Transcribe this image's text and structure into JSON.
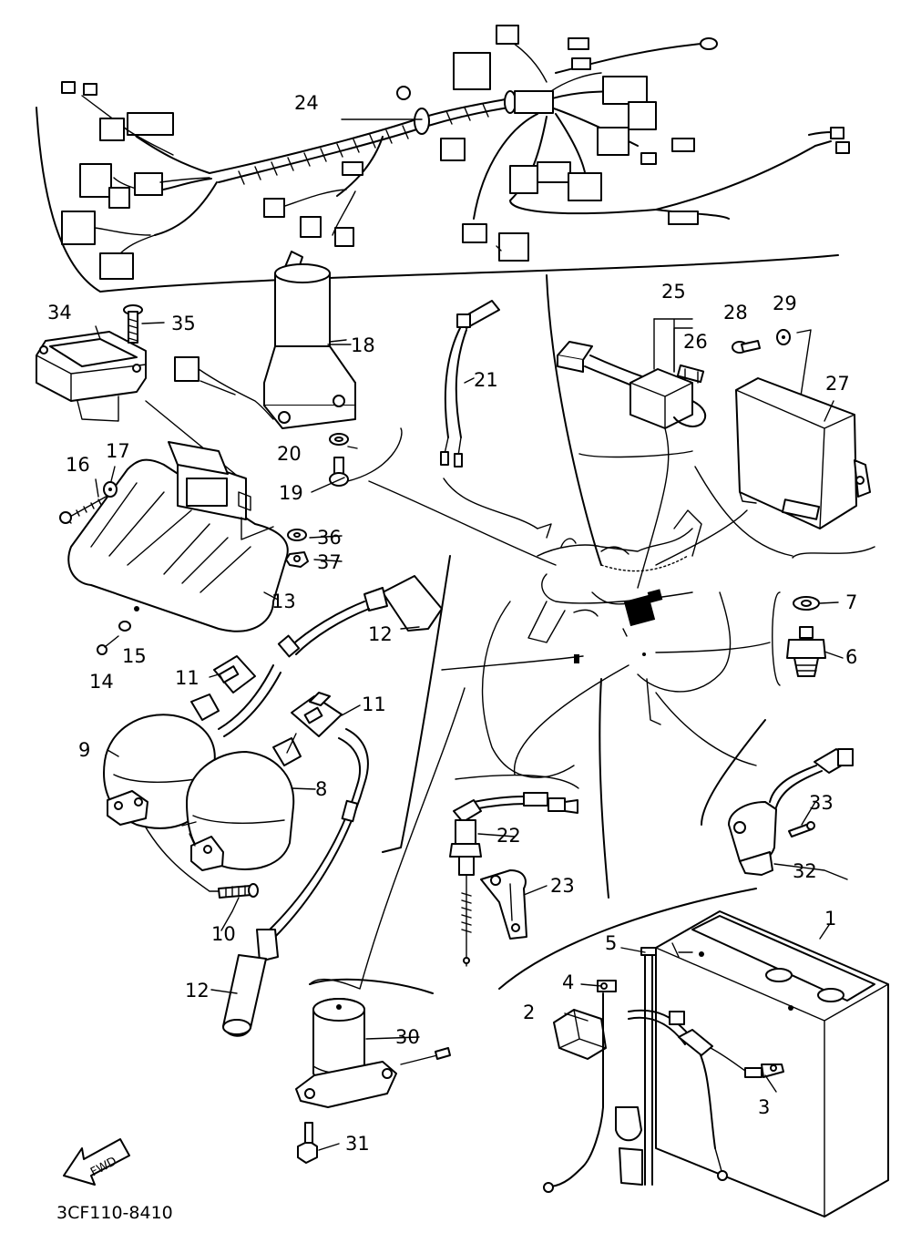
{
  "diagram_code": "3CF110-8410",
  "fwd_label": "FWD",
  "callouts": {
    "c1": "1",
    "c2": "2",
    "c3": "3",
    "c4": "4",
    "c5": "5",
    "c6": "6",
    "c7": "7",
    "c8": "8",
    "c9": "9",
    "c10": "10",
    "c11a": "11",
    "c11b": "11",
    "c12a": "12",
    "c12b": "12",
    "c13": "13",
    "c14": "14",
    "c15": "15",
    "c16": "16",
    "c17": "17",
    "c18": "18",
    "c19": "19",
    "c20": "20",
    "c21": "21",
    "c22": "22",
    "c23": "23",
    "c24": "24",
    "c25": "25",
    "c26": "26",
    "c27": "27",
    "c28": "28",
    "c29": "29",
    "c30": "30",
    "c31": "31",
    "c32": "32",
    "c33": "33",
    "c34": "34",
    "c35": "35",
    "c36": "36",
    "c37": "37"
  }
}
